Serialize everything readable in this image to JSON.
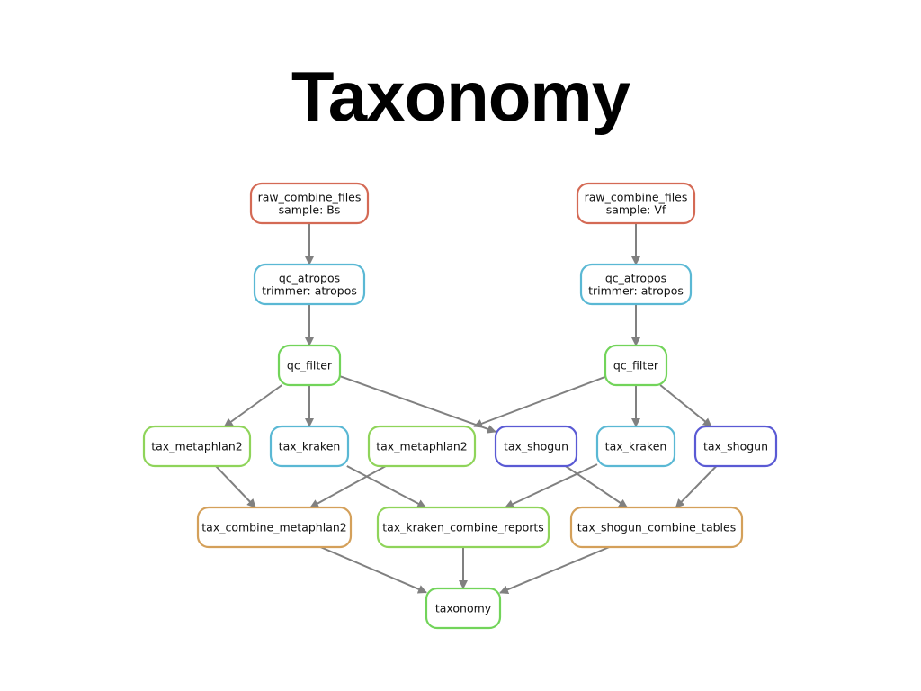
{
  "title": "Taxonomy",
  "colors": {
    "raw": "#d46a55",
    "qc_atropos": "#5ab8d4",
    "qc_filter": "#72d45a",
    "metaphlan": "#8fd45a",
    "kraken": "#5ab8d4",
    "shogun": "#5a5ad4",
    "combine_metaphlan": "#d4a05a",
    "combine_kraken": "#8fd45a",
    "combine_shogun": "#d4a05a",
    "taxonomy": "#72d45a",
    "edge": "#808080"
  },
  "nodes": [
    {
      "id": "raw_bs",
      "lines": [
        "raw_combine_files",
        "sample: Bs"
      ],
      "color_key": "raw"
    },
    {
      "id": "raw_vf",
      "lines": [
        "raw_combine_files",
        "sample: Vf"
      ],
      "color_key": "raw"
    },
    {
      "id": "qc_atropos_bs",
      "lines": [
        "qc_atropos",
        "trimmer: atropos"
      ],
      "color_key": "qc_atropos"
    },
    {
      "id": "qc_atropos_vf",
      "lines": [
        "qc_atropos",
        "trimmer: atropos"
      ],
      "color_key": "qc_atropos"
    },
    {
      "id": "qc_filter_bs",
      "lines": [
        "qc_filter"
      ],
      "color_key": "qc_filter"
    },
    {
      "id": "qc_filter_vf",
      "lines": [
        "qc_filter"
      ],
      "color_key": "qc_filter"
    },
    {
      "id": "metaphlan_1",
      "lines": [
        "tax_metaphlan2"
      ],
      "color_key": "metaphlan"
    },
    {
      "id": "kraken_1",
      "lines": [
        "tax_kraken"
      ],
      "color_key": "kraken"
    },
    {
      "id": "metaphlan_2",
      "lines": [
        "tax_metaphlan2"
      ],
      "color_key": "metaphlan"
    },
    {
      "id": "shogun_1",
      "lines": [
        "tax_shogun"
      ],
      "color_key": "shogun"
    },
    {
      "id": "kraken_2",
      "lines": [
        "tax_kraken"
      ],
      "color_key": "kraken"
    },
    {
      "id": "shogun_2",
      "lines": [
        "tax_shogun"
      ],
      "color_key": "shogun"
    },
    {
      "id": "combine_metaphlan",
      "lines": [
        "tax_combine_metaphlan2"
      ],
      "color_key": "combine_metaphlan"
    },
    {
      "id": "combine_kraken",
      "lines": [
        "tax_kraken_combine_reports"
      ],
      "color_key": "combine_kraken"
    },
    {
      "id": "combine_shogun",
      "lines": [
        "tax_shogun_combine_tables"
      ],
      "color_key": "combine_shogun"
    },
    {
      "id": "taxonomy",
      "lines": [
        "taxonomy"
      ],
      "color_key": "taxonomy"
    }
  ],
  "edges": [
    [
      "raw_bs",
      "qc_atropos_bs"
    ],
    [
      "raw_vf",
      "qc_atropos_vf"
    ],
    [
      "qc_atropos_bs",
      "qc_filter_bs"
    ],
    [
      "qc_atropos_vf",
      "qc_filter_vf"
    ],
    [
      "qc_filter_bs",
      "metaphlan_1"
    ],
    [
      "qc_filter_bs",
      "kraken_1"
    ],
    [
      "qc_filter_bs",
      "shogun_1"
    ],
    [
      "qc_filter_vf",
      "metaphlan_2"
    ],
    [
      "qc_filter_vf",
      "kraken_2"
    ],
    [
      "qc_filter_vf",
      "shogun_2"
    ],
    [
      "metaphlan_1",
      "combine_metaphlan"
    ],
    [
      "metaphlan_2",
      "combine_metaphlan"
    ],
    [
      "kraken_1",
      "combine_kraken"
    ],
    [
      "kraken_2",
      "combine_kraken"
    ],
    [
      "shogun_1",
      "combine_shogun"
    ],
    [
      "shogun_2",
      "combine_shogun"
    ],
    [
      "combine_metaphlan",
      "taxonomy"
    ],
    [
      "combine_kraken",
      "taxonomy"
    ],
    [
      "combine_shogun",
      "taxonomy"
    ]
  ]
}
